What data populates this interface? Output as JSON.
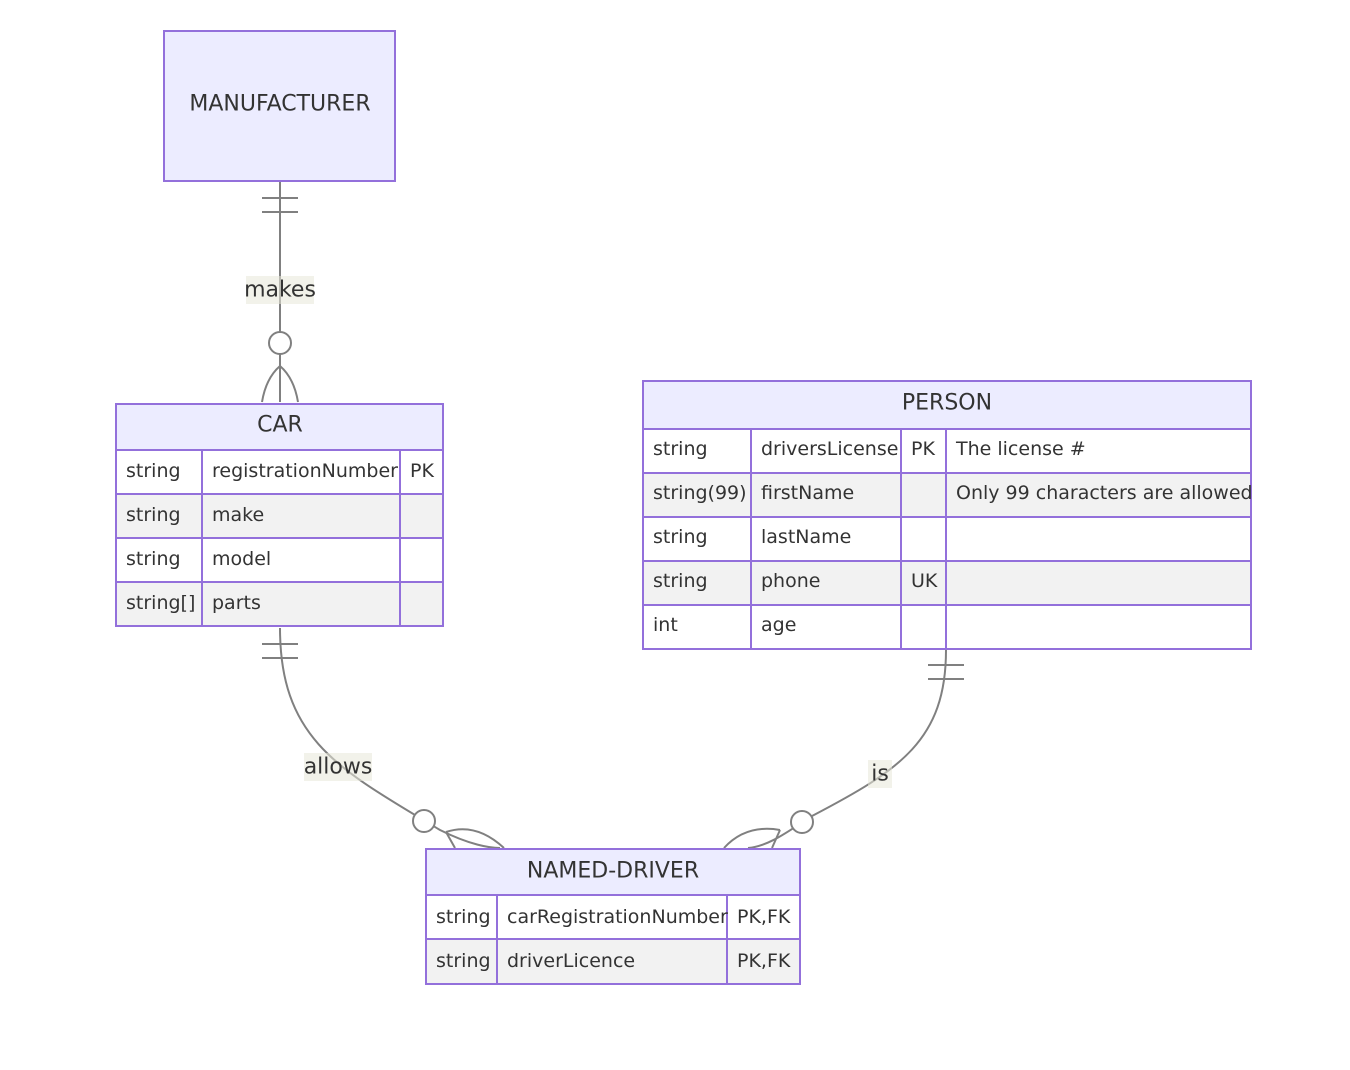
{
  "entities": {
    "manufacturer": {
      "name": "MANUFACTURER",
      "attributes": []
    },
    "car": {
      "name": "CAR",
      "attributes": [
        {
          "type": "string",
          "name": "registrationNumber",
          "key": "PK",
          "comment": ""
        },
        {
          "type": "string",
          "name": "make",
          "key": "",
          "comment": ""
        },
        {
          "type": "string",
          "name": "model",
          "key": "",
          "comment": ""
        },
        {
          "type": "string[]",
          "name": "parts",
          "key": "",
          "comment": ""
        }
      ]
    },
    "person": {
      "name": "PERSON",
      "attributes": [
        {
          "type": "string",
          "name": "driversLicense",
          "key": "PK",
          "comment": "The license #"
        },
        {
          "type": "string(99)",
          "name": "firstName",
          "key": "",
          "comment": "Only 99 characters are allowed"
        },
        {
          "type": "string",
          "name": "lastName",
          "key": "",
          "comment": ""
        },
        {
          "type": "string",
          "name": "phone",
          "key": "UK",
          "comment": ""
        },
        {
          "type": "int",
          "name": "age",
          "key": "",
          "comment": ""
        }
      ]
    },
    "named_driver": {
      "name": "NAMED-DRIVER",
      "attributes": [
        {
          "type": "string",
          "name": "carRegistrationNumber",
          "key": "PK,FK",
          "comment": ""
        },
        {
          "type": "string",
          "name": "driverLicence",
          "key": "PK,FK",
          "comment": ""
        }
      ]
    }
  },
  "relationships": [
    {
      "from": "MANUFACTURER",
      "to": "CAR",
      "label": "makes",
      "from_cardinality": "exactly-one",
      "to_cardinality": "zero-or-more"
    },
    {
      "from": "CAR",
      "to": "NAMED-DRIVER",
      "label": "allows",
      "from_cardinality": "exactly-one",
      "to_cardinality": "zero-or-more"
    },
    {
      "from": "PERSON",
      "to": "NAMED-DRIVER",
      "label": "is",
      "from_cardinality": "exactly-one",
      "to_cardinality": "zero-or-more"
    }
  ],
  "colors": {
    "entity_fill": "#ececff",
    "entity_border": "#9370db",
    "row_odd": "#ffffff",
    "row_even": "#f2f2f2",
    "line": "#808080",
    "text": "#333333"
  }
}
